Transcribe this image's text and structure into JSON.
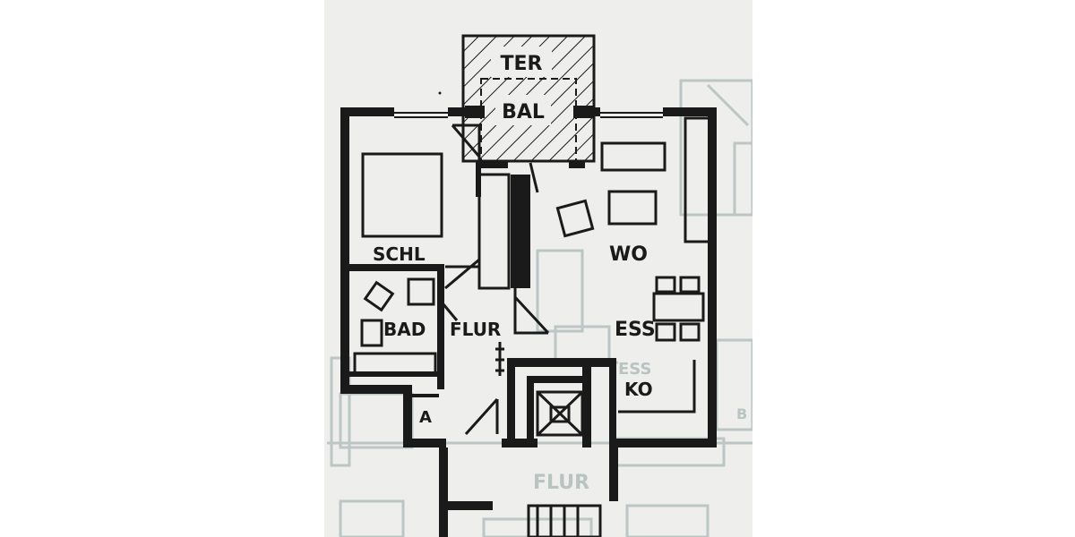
{
  "plan": {
    "rooms": {
      "terrace": "TER",
      "balcony": "BAL",
      "bedroom": "SCHL",
      "bathroom": "BAD",
      "hallway": "FLUR",
      "living": "WO",
      "dining": "ESS",
      "kitchen": "KO",
      "storage": "A"
    },
    "neighbour": {
      "hallway": "FLUR",
      "dining": "ESS",
      "mark": "B"
    }
  },
  "colors": {
    "paper": "#eeeeec",
    "wall": "#1a1a1a",
    "ghost": "#b9c3c2"
  }
}
